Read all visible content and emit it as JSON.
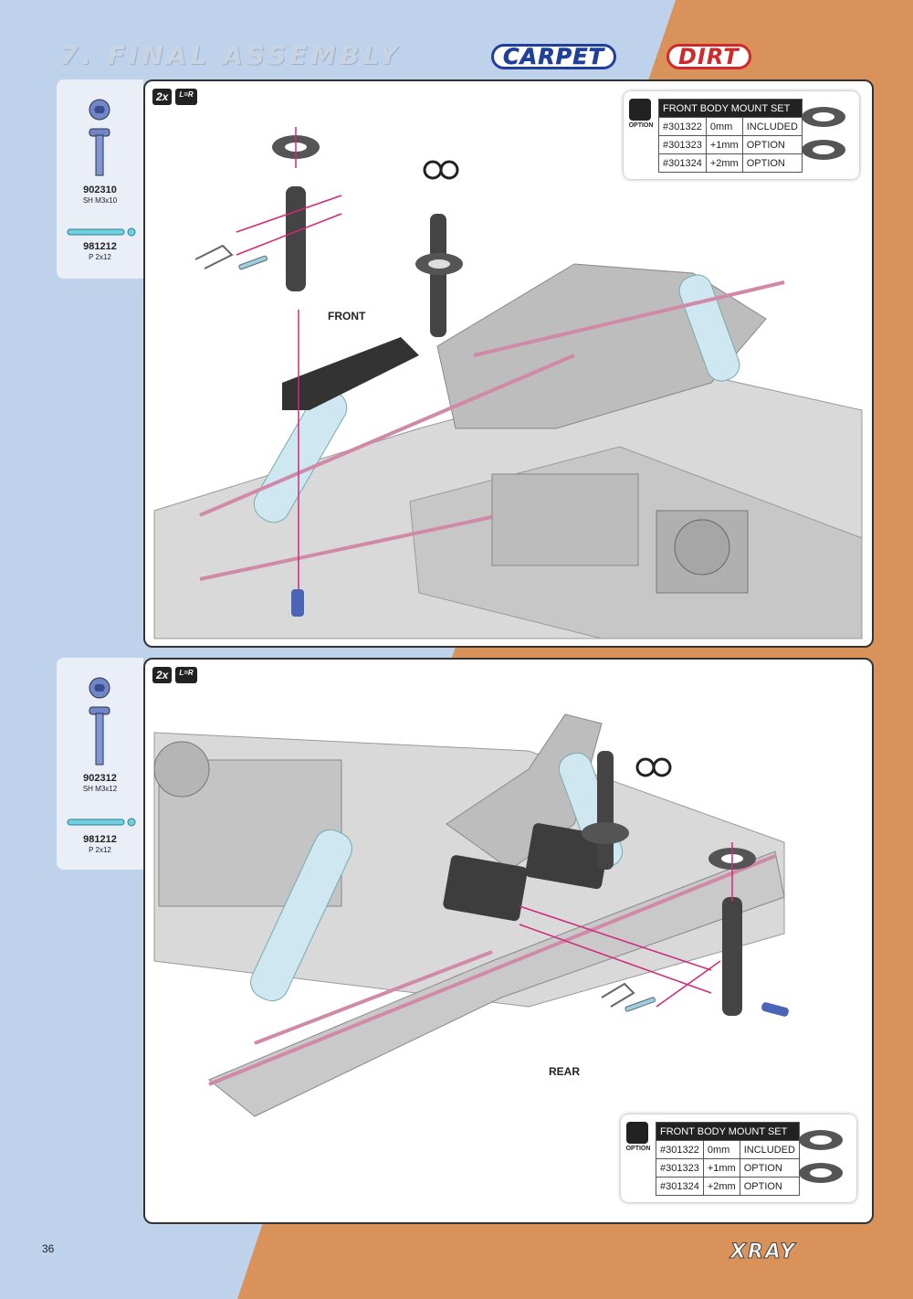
{
  "header": {
    "title": "7. FINAL ASSEMBLY",
    "tag_carpet": "CARPET",
    "tag_dirt": "DIRT"
  },
  "step1": {
    "qty": "2x",
    "lr": "L=R",
    "parts": [
      {
        "number": "902310",
        "desc": "SH M3x10"
      },
      {
        "number": "981212",
        "desc": "P 2x12"
      }
    ],
    "direction_label": "FRONT",
    "option": {
      "word": "OPTION",
      "header": "FRONT BODY MOUNT SET",
      "rows": [
        {
          "code": "#301322",
          "size": "0mm",
          "status": "INCLUDED"
        },
        {
          "code": "#301323",
          "size": "+1mm",
          "status": "OPTION"
        },
        {
          "code": "#301324",
          "size": "+2mm",
          "status": "OPTION"
        }
      ]
    }
  },
  "step2": {
    "qty": "2x",
    "lr": "L=R",
    "parts": [
      {
        "number": "902312",
        "desc": "SH M3x12"
      },
      {
        "number": "981212",
        "desc": "P 2x12"
      }
    ],
    "direction_label": "REAR",
    "option": {
      "word": "OPTION",
      "header": "FRONT BODY MOUNT SET",
      "rows": [
        {
          "code": "#301322",
          "size": "0mm",
          "status": "INCLUDED"
        },
        {
          "code": "#301323",
          "size": "+1mm",
          "status": "OPTION"
        },
        {
          "code": "#301324",
          "size": "+2mm",
          "status": "OPTION"
        }
      ]
    }
  },
  "footer": {
    "page_number": "36",
    "brand": "XRAY"
  },
  "colors": {
    "blue_bg": "#bfd2ec",
    "orange_bg": "#d9925a",
    "arrow": "#d0287a"
  }
}
